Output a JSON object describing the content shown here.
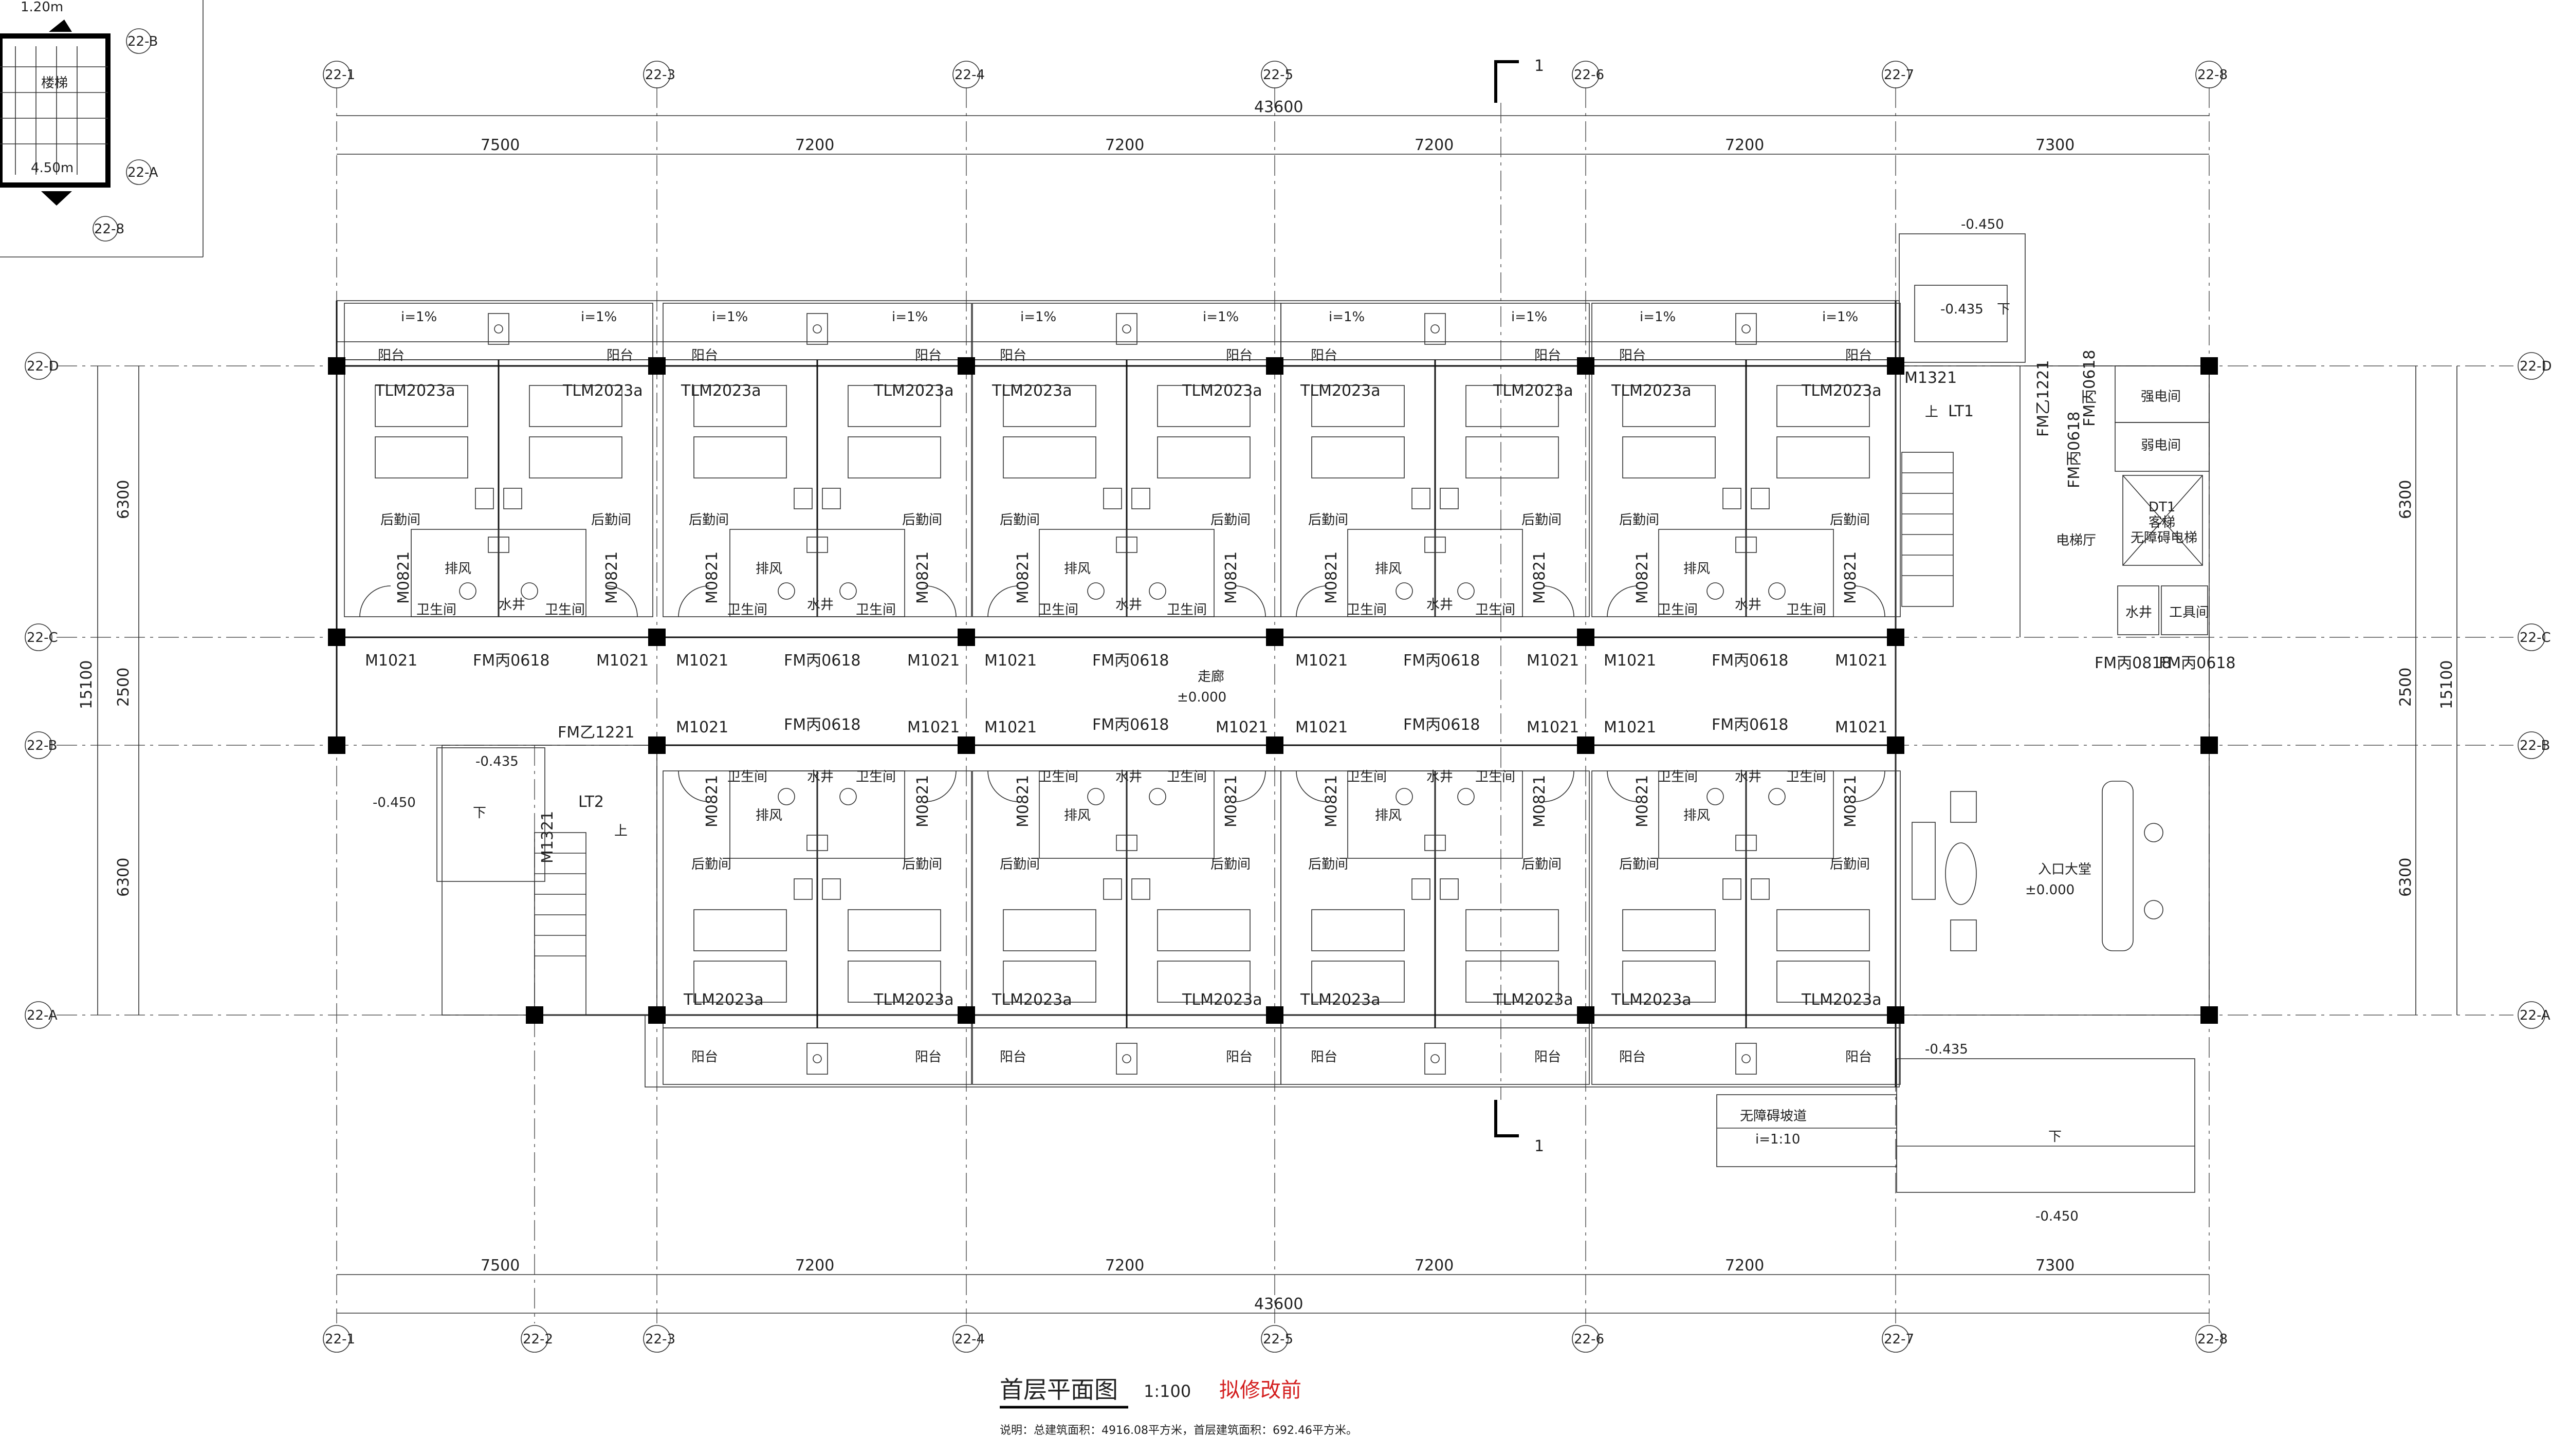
{
  "drawing": {
    "title": "首层平面图",
    "scale": "1:100",
    "status_note": "拟修改前",
    "note": "说明：总建筑面积：4916.08平方米，首层建筑面积：692.46平方米。",
    "status_color": "#d42020"
  },
  "axes": {
    "top": [
      "22-1",
      "22-3",
      "22-4",
      "22-5",
      "22-6",
      "22-7",
      "22-8"
    ],
    "bottom": [
      "22-1",
      "22-2",
      "22-3",
      "22-4",
      "22-5",
      "22-6",
      "22-7",
      "22-8"
    ],
    "left": [
      "22-D",
      "22-C",
      "22-B",
      "22-A"
    ],
    "right": [
      "22-D",
      "22-C",
      "22-B",
      "22-A"
    ]
  },
  "dimensions": {
    "total": "43600",
    "bays": [
      "7500",
      "7200",
      "7200",
      "7200",
      "7200",
      "7300"
    ],
    "left_depth": [
      "6300",
      "2500",
      "6300"
    ],
    "left_total": "15100",
    "right_depth": [
      "6300",
      "2500",
      "6300"
    ],
    "right_total": "15100"
  },
  "section_mark": "1",
  "rooms": {
    "balcony": "阳台",
    "back_room": "后勤间",
    "toilet": "卫生间",
    "exhaust": "排风",
    "water": "水井",
    "corridor": "走廊",
    "corridor_level": "±0.000",
    "lobby": "入口大堂",
    "lobby_level": "±0.000",
    "strong_elec": "强电间",
    "weak_elec": "弱电间",
    "elevator_hall": "电梯厅",
    "elevator": "DT1",
    "elevator_sub1": "客梯",
    "elevator_sub2": "无障碍电梯",
    "water_well": "水井",
    "tool_room": "工具间",
    "stair1": "LT1",
    "stair2": "LT2",
    "up": "上",
    "down": "下",
    "ramp": "无障碍坡道",
    "ramp_slope": "i=1:10",
    "slope": "i=1%"
  },
  "codes": {
    "window_door": "TLM2023a",
    "door_m0821": "M0821",
    "door_m1021": "M1021",
    "fire_door": "FM丙0618",
    "fire_door_b": "FM乙1221",
    "door_m1321": "M1321",
    "fire_door_c": "FM丙0818"
  },
  "levels": {
    "l1": "-0.450",
    "l2": "-0.435"
  },
  "keyplan": {
    "dim": "1.20m",
    "dim2": "4.50m",
    "axis1": "22-B",
    "axis2": "22-A",
    "axis3": "22-8",
    "label": "楼梯"
  }
}
